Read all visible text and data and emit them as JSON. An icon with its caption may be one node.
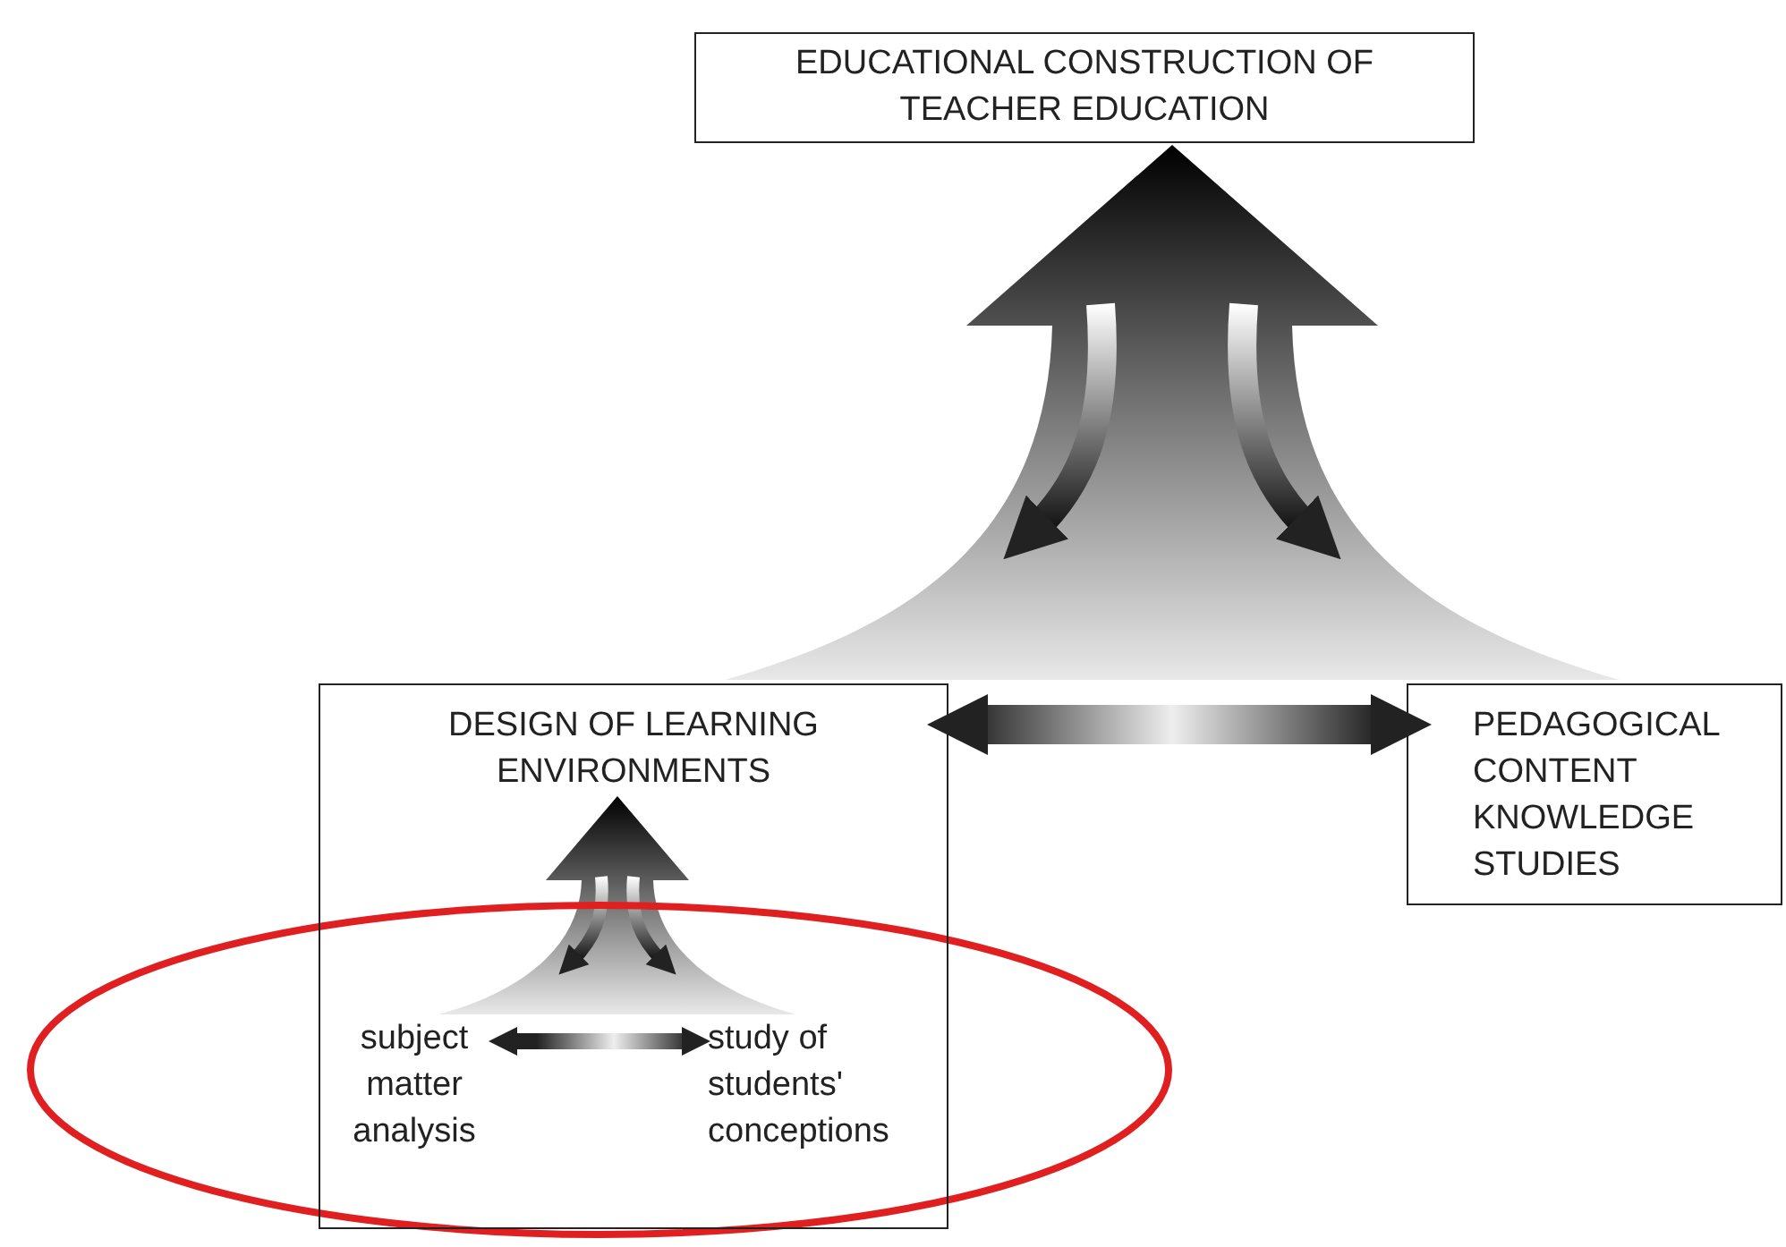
{
  "diagram": {
    "nodes": [
      {
        "text": [
          "EDUCATIONAL CONSTRUCTION OF TEACHER EDUCATION"
        ]
      },
      {
        "text": [
          "DESIGN OF LEARNING ENVIRONMENTS"
        ]
      },
      {
        "text": [
          "PEDAGOGICAL CONTENT KNOWLEDGE STUDIES"
        ]
      },
      {
        "text": [
          "subject matter analysis"
        ],
        "in": 1
      },
      {
        "text": [
          "study of students' conceptions"
        ],
        "in": 1
      }
    ],
    "edges": [
      {
        "from": 1,
        "to": 0,
        "arrow": "to"
      },
      {
        "from": 2,
        "to": 0,
        "arrow": "to"
      },
      {
        "from": 1,
        "to": 2,
        "arrow": "both"
      },
      {
        "from": 3,
        "to": 1,
        "arrow": "to"
      },
      {
        "from": 4,
        "to": 1,
        "arrow": "to"
      },
      {
        "from": 3,
        "to": 4,
        "arrow": "both"
      }
    ]
  }
}
